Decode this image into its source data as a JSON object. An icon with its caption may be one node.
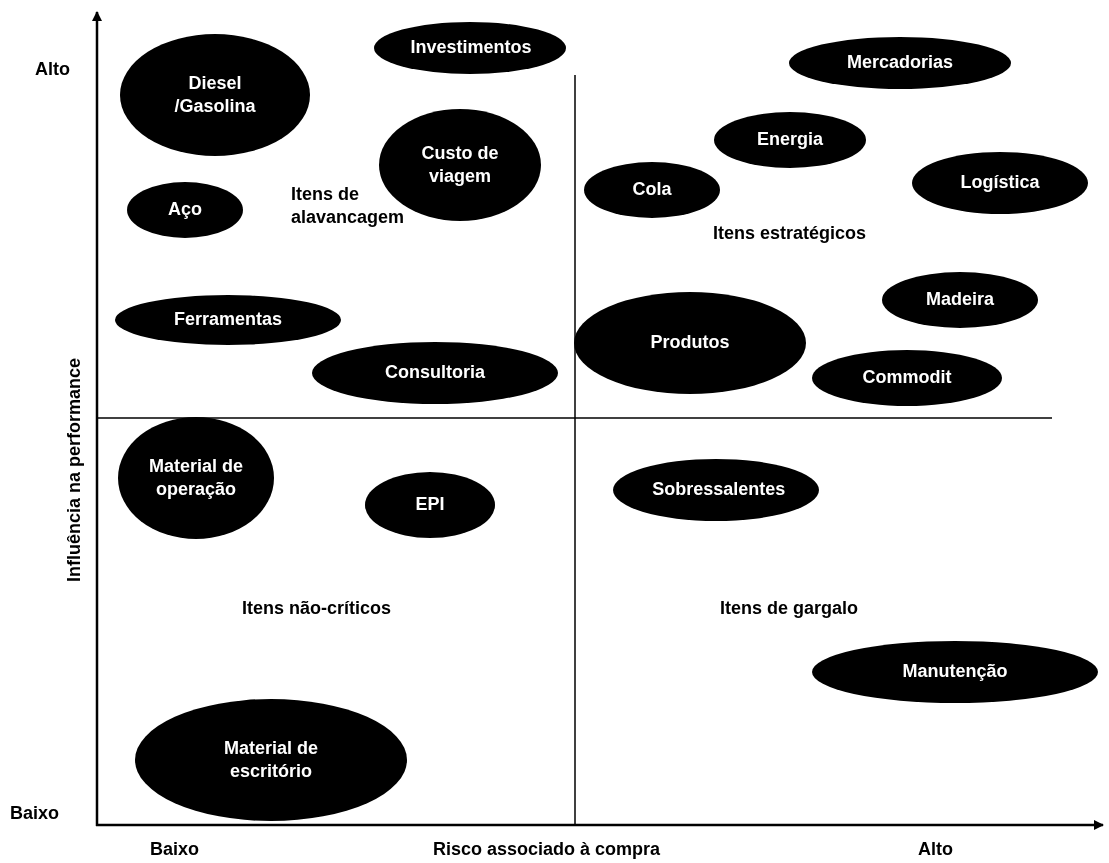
{
  "diagram": {
    "nodes": [
      {
        "text": [
          "Investimentos"
        ]
      },
      {
        "text": [
          "Diesel /Gasolina"
        ]
      },
      {
        "text": [
          "Mercadorias"
        ]
      },
      {
        "text": [
          "Custo de viagem"
        ]
      },
      {
        "text": [
          "Energia"
        ]
      },
      {
        "text": [
          "Aço"
        ]
      },
      {
        "text": [
          "Cola"
        ]
      },
      {
        "text": [
          "Logística"
        ]
      },
      {
        "text": [
          "Madeira"
        ]
      },
      {
        "text": [
          "Ferramentas"
        ]
      },
      {
        "text": [
          "Produtos"
        ]
      },
      {
        "text": [
          "Consultoria"
        ]
      },
      {
        "text": [
          "Commodit"
        ]
      },
      {
        "text": [
          "Material de operação"
        ]
      },
      {
        "text": [
          "EPI"
        ]
      },
      {
        "text": [
          "Sobressalentes"
        ]
      },
      {
        "text": [
          "Manutenção"
        ]
      },
      {
        "text": [
          "Material de escritório"
        ]
      }
    ],
    "edges": [],
    "labels": [
      "Alto",
      "Influência na performance",
      "Itens de alavancagem",
      "Itens estratégicos",
      "Itens não-críticos",
      "Itens de gargalo",
      "Baixo",
      "Baixo",
      "Risco associado à compra",
      "Alto"
    ]
  }
}
